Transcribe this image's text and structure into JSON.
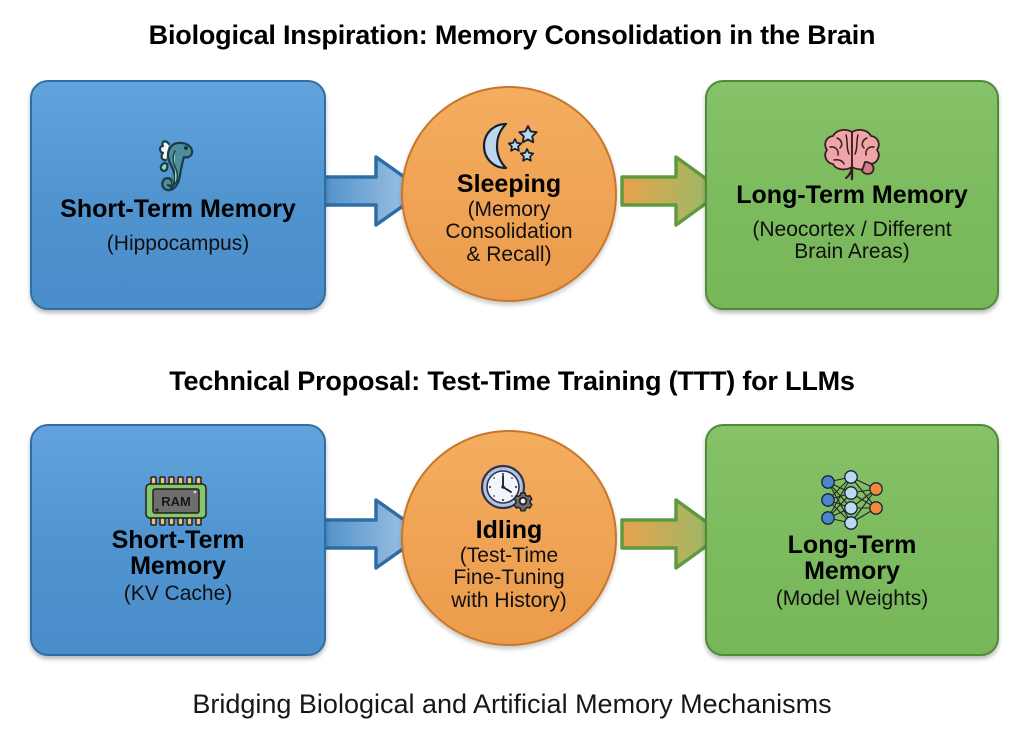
{
  "diagram": {
    "footer_caption": "Bridging Biological and Artificial Memory Mechanisms",
    "accent_colors": {
      "blue_fill": "#4f93cf",
      "blue_border": "#2f6ea5",
      "orange_fill": "#efa253",
      "orange_border": "#c8762a",
      "green_fill": "#7cba5e",
      "green_border": "#4e8b3a",
      "text": "#000000",
      "background": "#ffffff"
    },
    "rows": [
      {
        "title": "Biological Inspiration: Memory Consolidation in the Brain",
        "nodes": [
          {
            "icon": "seahorse-icon",
            "title": "Short-Term Memory",
            "subtitle": "(Hippocampus)",
            "shape": "rounded-box",
            "color": "blue"
          },
          {
            "icon": "crescent-moon-stars-icon",
            "title": "Sleeping",
            "subtitle": "(Memory\nConsolidation\n& Recall)",
            "shape": "circle",
            "color": "orange"
          },
          {
            "icon": "brain-icon",
            "title": "Long-Term Memory",
            "subtitle": "(Neocortex / Different\nBrain Areas)",
            "shape": "rounded-box",
            "color": "green"
          }
        ],
        "arrows": [
          {
            "name": "arrow-stm-to-sleeping",
            "from": "blue",
            "to": "orange"
          },
          {
            "name": "arrow-sleeping-to-ltm",
            "from": "orange",
            "to": "green"
          }
        ]
      },
      {
        "title": "Technical Proposal: Test-Time Training (TTT) for LLMs",
        "nodes": [
          {
            "icon": "ram-chip-icon",
            "icon_label": "RAM",
            "title": "Short-Term\nMemory",
            "subtitle": "(KV Cache)",
            "shape": "rounded-box",
            "color": "blue"
          },
          {
            "icon": "clock-gear-icon",
            "title": "Idling",
            "subtitle": "(Test-Time\nFine-Tuning\nwith History)",
            "shape": "circle",
            "color": "orange"
          },
          {
            "icon": "neural-network-icon",
            "title": "Long-Term\nMemory",
            "subtitle": "(Model Weights)",
            "shape": "rounded-box",
            "color": "green"
          }
        ],
        "arrows": [
          {
            "name": "arrow-kv-to-idling",
            "from": "blue",
            "to": "orange"
          },
          {
            "name": "arrow-idling-to-weights",
            "from": "orange",
            "to": "green"
          }
        ]
      }
    ]
  }
}
